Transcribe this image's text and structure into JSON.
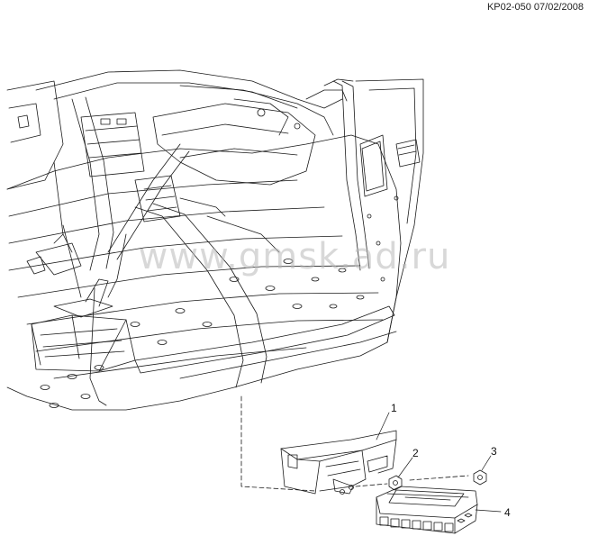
{
  "diagram": {
    "code": "KP02-050 07/02/2008",
    "watermark": "www.gmsk.ad.ru",
    "callouts": [
      {
        "id": "1",
        "label": "1"
      },
      {
        "id": "2",
        "label": "2"
      },
      {
        "id": "3",
        "label": "3"
      },
      {
        "id": "4",
        "label": "4"
      }
    ],
    "line_color": "#1a1a1a",
    "watermark_color": "#b9b9b9"
  }
}
